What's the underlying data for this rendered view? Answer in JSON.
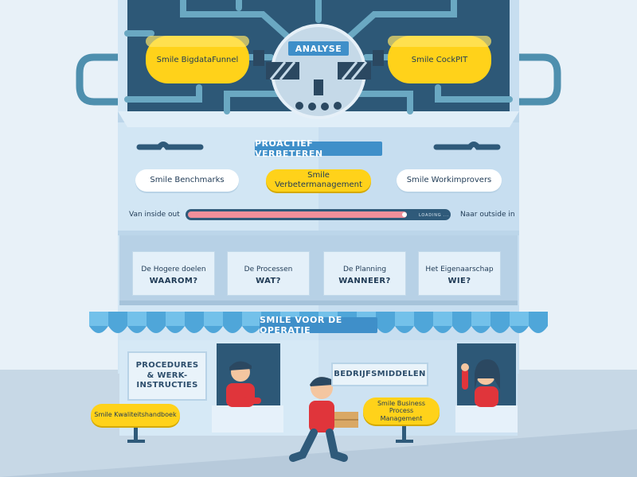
{
  "top": {
    "banner": "ANALYSE",
    "left_tank": "Smile BigdataFunnel",
    "right_tank": "Smile CockPIT"
  },
  "middle": {
    "banner": "PROACTIEF VERBETEREN",
    "pills": [
      {
        "label": "Smile Benchmarks"
      },
      {
        "label": "Smile Verbetermanagement"
      },
      {
        "label": "Smile Workimprovers"
      }
    ],
    "progress": {
      "left_label": "Van inside out",
      "right_label": "Naar outside in",
      "status": "LOADING ...",
      "value_percent": 92
    }
  },
  "boxes": [
    {
      "title": "De Hogere doelen",
      "question": "WAAROM?"
    },
    {
      "title": "De Processen",
      "question": "WAT?"
    },
    {
      "title": "De Planning",
      "question": "WANNEER?"
    },
    {
      "title": "Het Eigenaarschap",
      "question": "WIE?"
    }
  ],
  "shop": {
    "banner": "SMILE VOOR DE OPERATIE",
    "left_sign": "PROCEDURES & WERK-INSTRUCTIES",
    "right_sign": "BEDRIJFSMIDDELEN",
    "left_pill": "Smile Kwaliteitshandboek",
    "right_pill": "Smile Business Process Management"
  },
  "colors": {
    "building": "#cde3f3",
    "accent": "#3f8fc9",
    "yellow": "#ffd21a",
    "pipe": "#5f9eb7",
    "dark": "#2f5a7a"
  }
}
